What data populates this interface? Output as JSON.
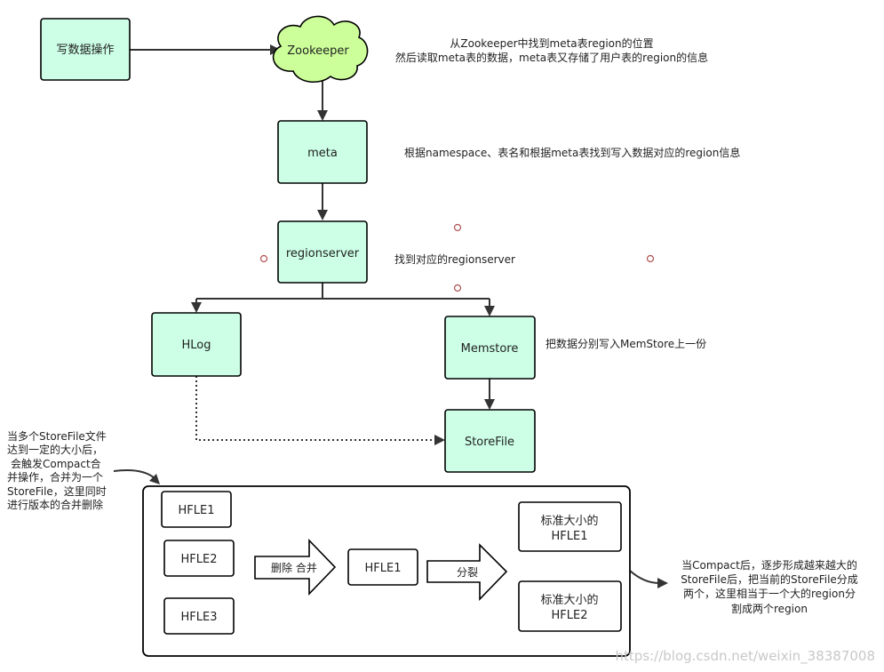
{
  "nodes": {
    "write_op": "写数据操作",
    "zookeeper": "Zookeeper",
    "meta": "meta",
    "regionserver": "regionserver",
    "hlog": "HLog",
    "memstore": "Memstore",
    "storefile": "StoreFile",
    "hfle1": "HFLE1",
    "hfle2": "HFLE2",
    "hfle3": "HFLE3",
    "merged_hfle1": "HFLE1",
    "std_hfle1_l1": "标准大小的",
    "std_hfle1_l2": "HFLE1",
    "std_hfle2_l1": "标准大小的",
    "std_hfle2_l2": "HFLE2"
  },
  "arrows": {
    "merge_label": "删除 合并",
    "split_label": "分裂"
  },
  "annotations": {
    "zk_line1": "从Zookeeper中找到meta表region的位置",
    "zk_line2": "然后读取meta表的数据，meta表又存储了用户表的region的信息",
    "meta_note": "根据namespace、表名和根据meta表找到写入数据对应的region信息",
    "rs_note": "找到对应的regionserver",
    "memstore_note": "把数据分别写入MemStore上一份",
    "compact_note": [
      "当多个StoreFile文件",
      "达到一定的大小后，",
      "会触发Compact合",
      "并操作，合并为一个",
      "StoreFile，这里同时",
      "进行版本的合并删除"
    ],
    "split_note": [
      "当Compact后，逐步形成越来越大的",
      "StoreFile后，把当前的StoreFile分成",
      "两个，这里相当于一个大的region分",
      "割成两个region"
    ]
  },
  "watermark": "https://blog.csdn.net/weixin_38387008"
}
